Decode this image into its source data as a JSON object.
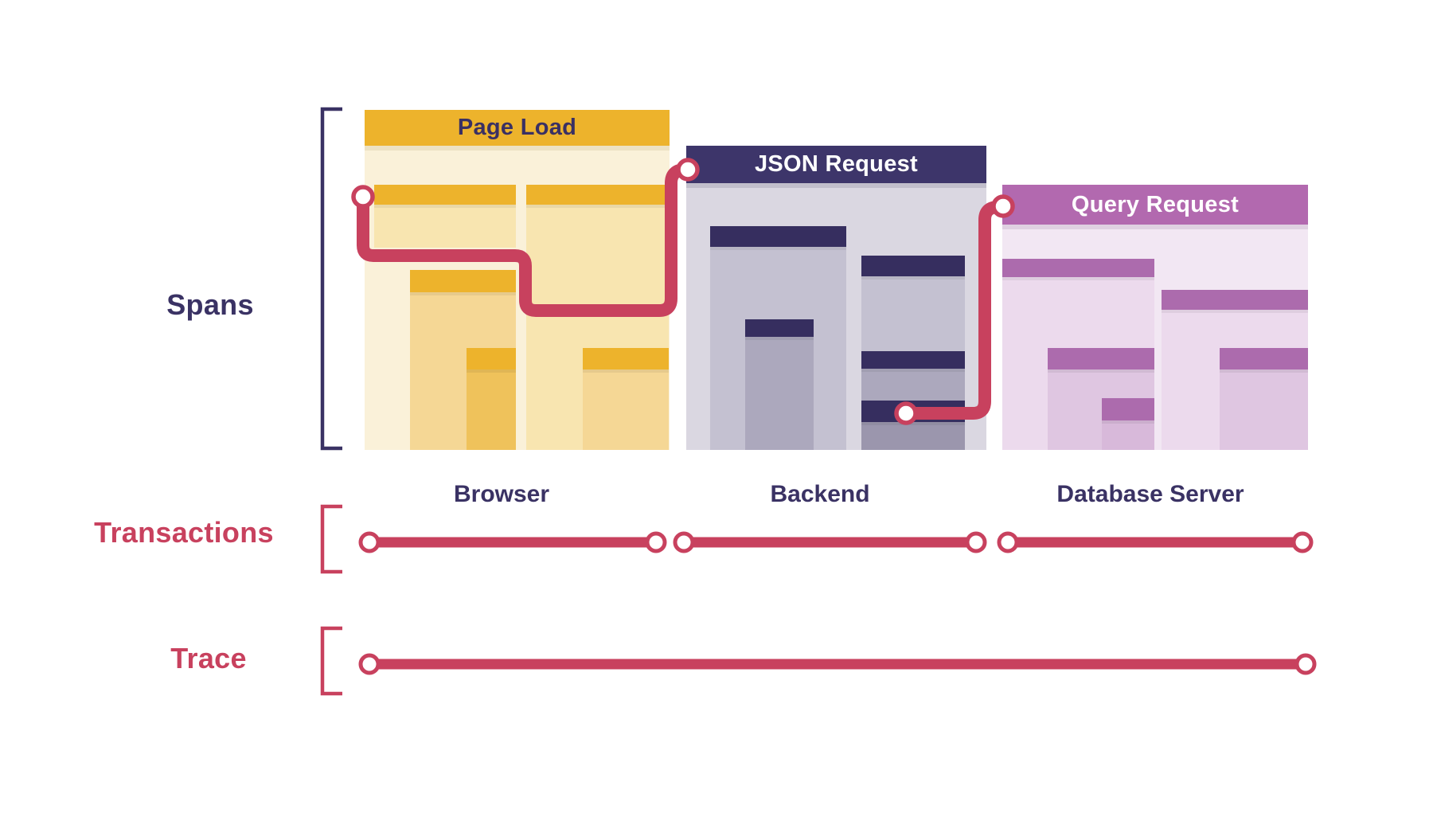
{
  "diagram": {
    "rows": [
      {
        "id": "spans",
        "label": "Spans"
      },
      {
        "id": "transactions",
        "label": "Transactions"
      },
      {
        "id": "trace",
        "label": "Trace"
      }
    ],
    "groups": [
      {
        "id": "page-load",
        "title": "Page Load",
        "machine": "Browser"
      },
      {
        "id": "json-request",
        "title": "JSON Request",
        "machine": "Backend"
      },
      {
        "id": "query-request",
        "title": "Query Request",
        "machine": "Database Server"
      }
    ],
    "colors": {
      "crimson": "#C8415E",
      "navy_text": "#3A3264",
      "gold_header": "#EDB32C",
      "gold_body_l0": "#FAF1D9",
      "gold_body_l1": "#F8E5B0",
      "gold_body_l2": "#F5D795",
      "gold_body_l3": "#EFC25B",
      "navy_header": "#3D356A",
      "navy_bar": "#362E5F",
      "gray_body_l0": "#DAD7E1",
      "gray_body_l1": "#C4C1D1",
      "gray_body_l2": "#ACA8BD",
      "gray_body_l3": "#9B96AD",
      "purple_header": "#B269AF",
      "purple_bar": "#AC6BAD",
      "purple_body_l0": "#F2E7F3",
      "purple_body_l1": "#ECDAED",
      "purple_body_l2": "#DFC6E1",
      "purple_body_l3": "#D8B9DA"
    }
  }
}
